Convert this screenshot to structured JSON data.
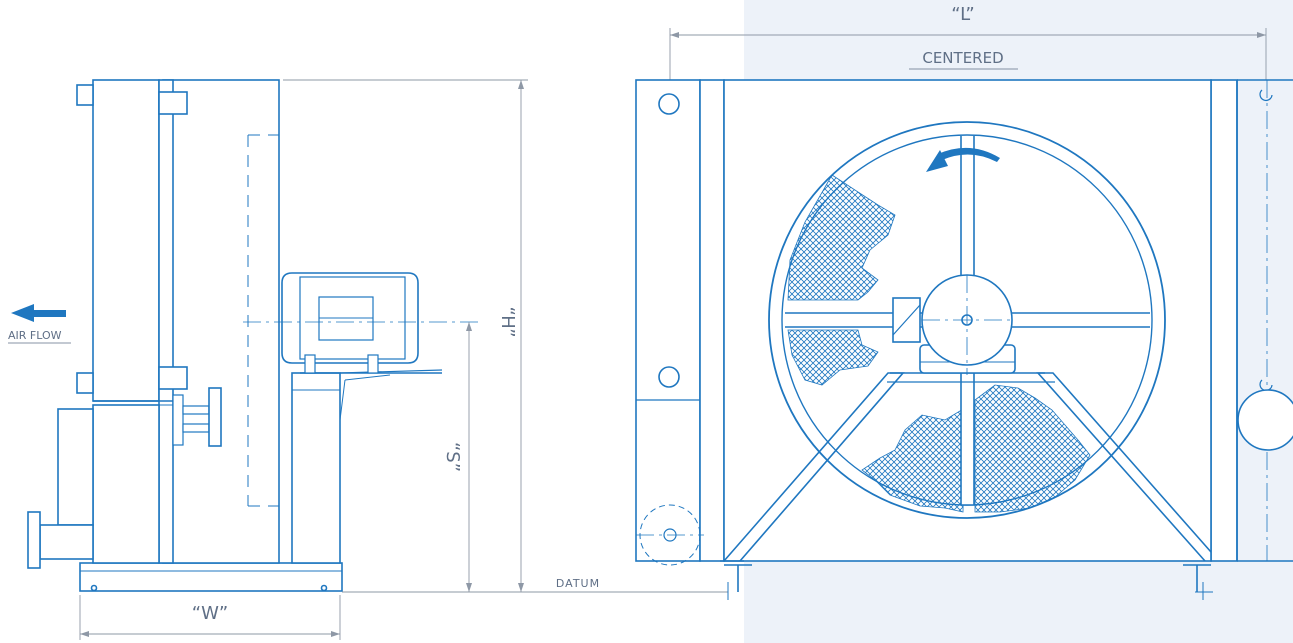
{
  "labels": {
    "length": "“L”",
    "centered": "CENTERED",
    "height": "“H”",
    "shaft": "“S”",
    "width": "“W”",
    "datum": "DATUM",
    "airflow": "AIR FLOW"
  },
  "colors": {
    "line": "#1f77c0",
    "fill": "#ffffff",
    "panel": "#edf2f9",
    "dimension": "#8e98a6",
    "text": "#5f6f86"
  },
  "icons": {
    "airflow_arrow": "left-arrow-icon",
    "rotation_arrow": "curved-arrow-icon"
  }
}
